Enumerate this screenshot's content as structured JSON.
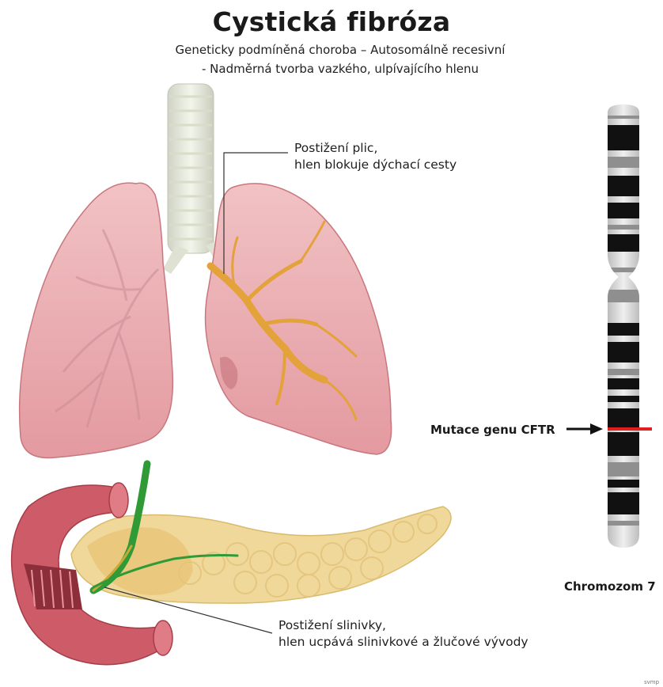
{
  "title": "Cystická fibróza",
  "subtitle_line1": "Geneticky podmíněná choroba – Autosomálně recesivní",
  "subtitle_line2": "- Nadměrná tvorba vazkého, ulpívajícího hlenu",
  "lung_label": {
    "line1": "Postižení plic,",
    "line2": "hlen blokuje dýchací cesty"
  },
  "pancreas_label": {
    "line1": "Postižení slinivky,",
    "line2": "hlen ucpává slinivkové a žlučové vývody"
  },
  "mutation_label": "Mutace genu CFTR",
  "chromosome_label": "Chromozom 7",
  "watermark": "svmp",
  "colors": {
    "lung": "#eaa9ad",
    "lung_edge": "#c9777f",
    "mucus": "#e3a23a",
    "trachea": "#e9ecdf",
    "pancreas": "#f0d89a",
    "duodenum": "#c9505c",
    "bile_duct": "#2f9a36",
    "band_dark": "#111111",
    "band_gray": "#8f8f8f",
    "mutation_band": "#e02020"
  }
}
